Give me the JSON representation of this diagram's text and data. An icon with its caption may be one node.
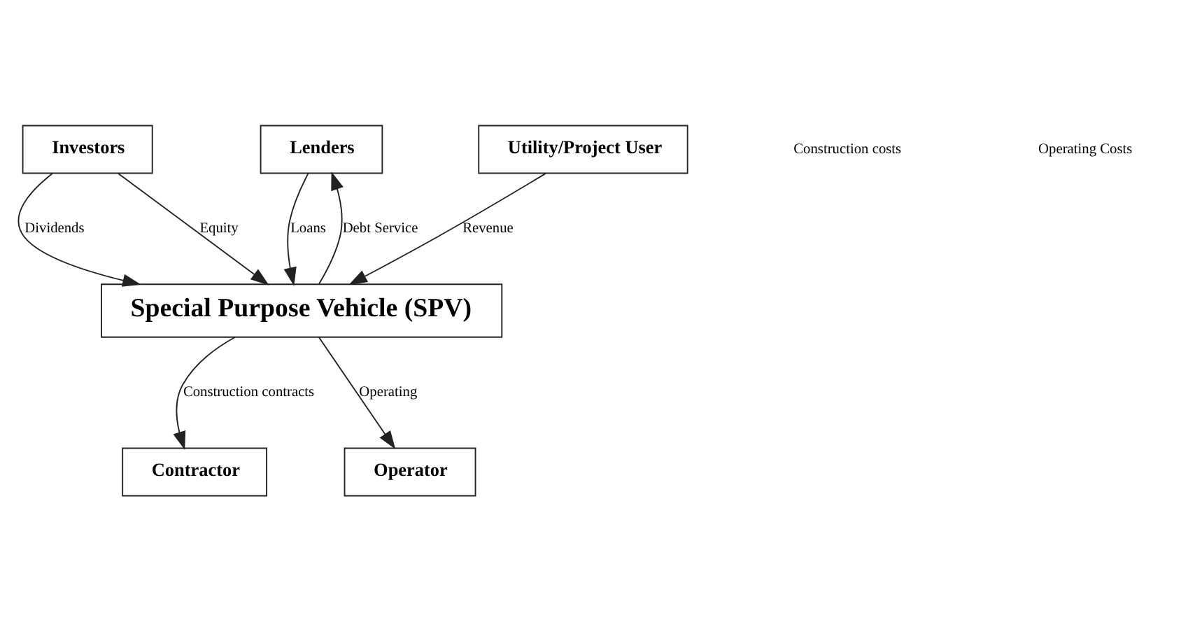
{
  "diagram": {
    "nodes": [
      {
        "text": [
          "Investors"
        ]
      },
      {
        "text": [
          "Lenders"
        ]
      },
      {
        "text": [
          "Utility/Project User"
        ]
      },
      {
        "text": [
          "Special Purpose Vehicle (SPV)"
        ]
      },
      {
        "text": [
          "Contractor"
        ]
      },
      {
        "text": [
          "Operator"
        ]
      }
    ],
    "edges": [
      {
        "from": 0,
        "to": 3,
        "arrow": "to",
        "label": "Dividends"
      },
      {
        "from": 0,
        "to": 3,
        "arrow": "to",
        "label": "Equity"
      },
      {
        "from": 1,
        "to": 3,
        "arrow": "to",
        "label": "Loans"
      },
      {
        "from": 3,
        "to": 1,
        "arrow": "to",
        "label": "Debt Service"
      },
      {
        "from": 2,
        "to": 3,
        "arrow": "to",
        "label": "Revenue"
      },
      {
        "from": 3,
        "to": 4,
        "arrow": "to",
        "label": "Construction contracts"
      },
      {
        "from": 3,
        "to": 5,
        "arrow": "to",
        "label": "Operating"
      }
    ],
    "labels": [
      "Construction costs",
      "Operating Costs"
    ]
  }
}
